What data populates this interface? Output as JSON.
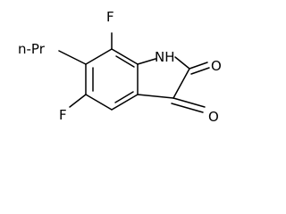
{
  "molecule": {
    "atoms": {
      "f_top": "F",
      "f_left": "F",
      "nh": "NH",
      "o_top": "O",
      "o_bottom": "O",
      "propyl": "n-Pr"
    }
  }
}
